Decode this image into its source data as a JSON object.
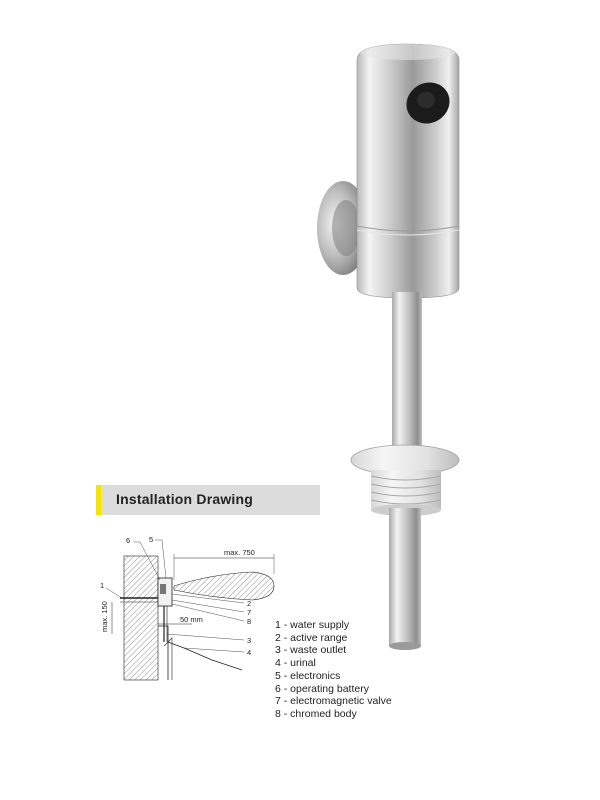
{
  "section": {
    "title": "Installation Drawing",
    "accent_color": "#f5e400"
  },
  "drawing": {
    "labels": [
      "1",
      "2",
      "3",
      "4",
      "5",
      "6",
      "7",
      "8"
    ],
    "dimensions": {
      "max_range": "max. 750",
      "max_height": "max. 150",
      "offset": "50 mm"
    }
  },
  "legend": [
    "1 - water supply",
    "2 - active range",
    "3 - waste outlet",
    "4 - urinal",
    "5 - electronics",
    "6 - operating battery",
    "7 - electromagnetic valve",
    "8 - chromed body"
  ]
}
